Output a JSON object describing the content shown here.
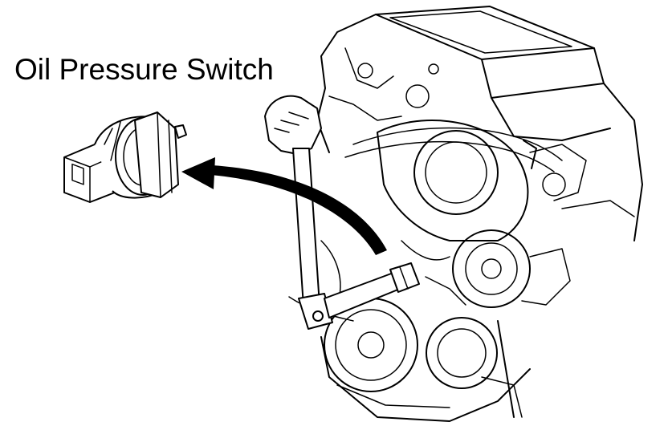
{
  "diagram": {
    "callout_label": "Oil Pressure Switch",
    "parts": {
      "switch": "oil-pressure-switch",
      "engine": "engine-block",
      "tool": "socket-wrench-extension"
    }
  }
}
